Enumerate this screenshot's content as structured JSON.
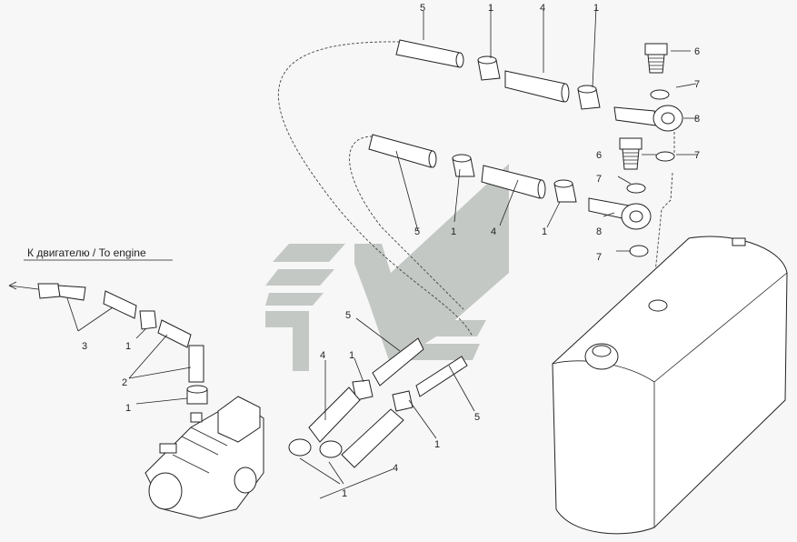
{
  "caption": "К двигателю / To engine",
  "labels": {
    "l5a": "5",
    "l1a": "1",
    "l4a": "4",
    "l1b": "1",
    "l6a": "6",
    "l7a": "7",
    "l8a": "8",
    "l6b": "6",
    "l7b": "7",
    "l7c": "7",
    "l8b": "8",
    "l7d": "7",
    "l5b": "5",
    "l1c": "1",
    "l4b": "4",
    "l1d": "1",
    "l3": "3",
    "l1e": "1",
    "l2": "2",
    "l1f": "1",
    "l5c": "5",
    "l4c": "4",
    "l1g": "1",
    "l5d": "5",
    "l1h": "1",
    "l4d": "4",
    "l1i": "1"
  },
  "colors": {
    "line": "#222222",
    "watermark": "#c4c8c4",
    "background": "#f7f7f7"
  }
}
